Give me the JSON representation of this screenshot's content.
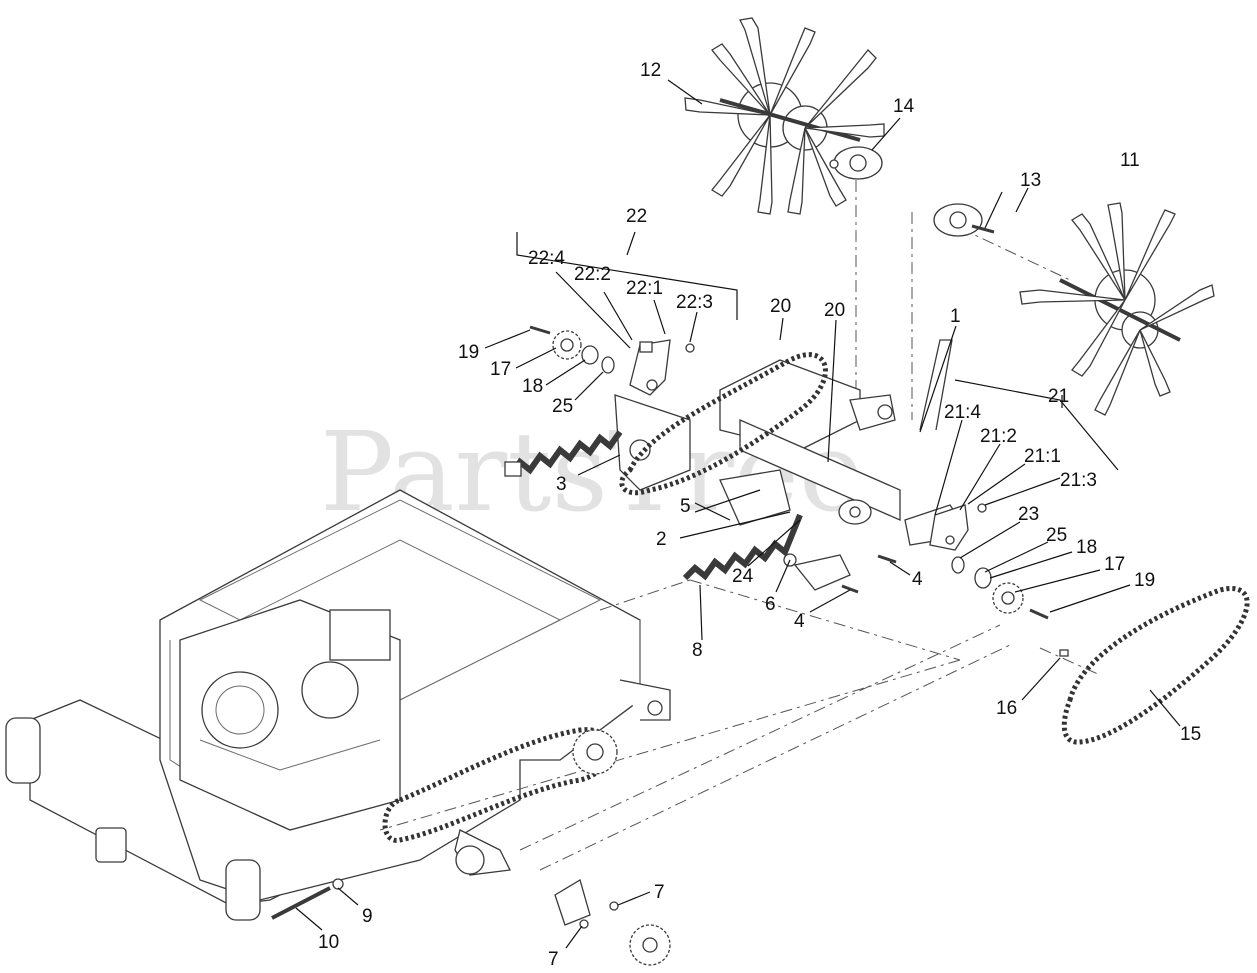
{
  "watermark": "PartsTree",
  "callouts": [
    "1",
    "2",
    "3",
    "4",
    "4",
    "5",
    "6",
    "7",
    "7",
    "8",
    "9",
    "10",
    "11",
    "12",
    "13",
    "14",
    "15",
    "16",
    "17",
    "17",
    "18",
    "18",
    "19",
    "19",
    "20",
    "20",
    "21",
    "21:1",
    "21:2",
    "21:3",
    "21:4",
    "22",
    "22:1",
    "22:2",
    "22:3",
    "22:4",
    "23",
    "24",
    "25",
    "25"
  ]
}
